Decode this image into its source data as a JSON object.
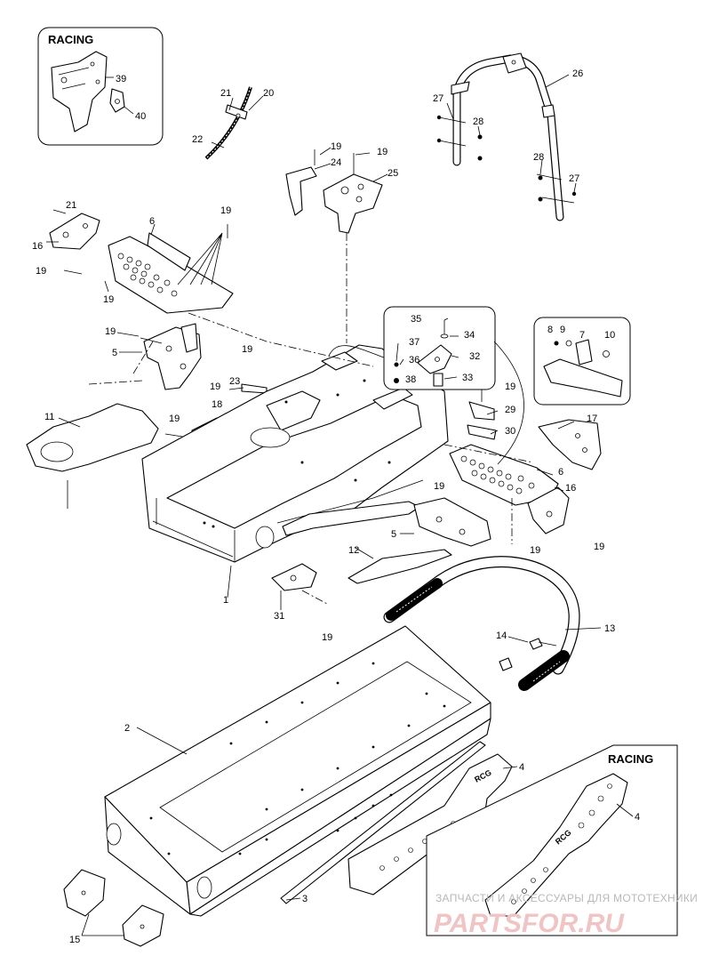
{
  "racing_label_top": "RACING",
  "racing_label_bottom": "RACING",
  "stamp_text": "RCG",
  "watermark_line1": "ЗАПЧАСТИ И АКСЕССУАРЫ ДЛЯ МОТОТЕХНИКИ",
  "watermark_line2": "PARTSFOR.RU",
  "callouts": [
    {
      "id": "c39",
      "text": "39"
    },
    {
      "id": "c40",
      "text": "40"
    },
    {
      "id": "c21a",
      "text": "21"
    },
    {
      "id": "c20",
      "text": "20"
    },
    {
      "id": "c22",
      "text": "22"
    },
    {
      "id": "c26",
      "text": "26"
    },
    {
      "id": "c27a",
      "text": "27"
    },
    {
      "id": "c28a",
      "text": "28"
    },
    {
      "id": "c28b",
      "text": "28"
    },
    {
      "id": "c27b",
      "text": "27"
    },
    {
      "id": "c19a",
      "text": "19"
    },
    {
      "id": "c24",
      "text": "24"
    },
    {
      "id": "c19b",
      "text": "19"
    },
    {
      "id": "c25",
      "text": "25"
    },
    {
      "id": "c21b",
      "text": "21"
    },
    {
      "id": "c6a",
      "text": "6"
    },
    {
      "id": "c19c",
      "text": "19"
    },
    {
      "id": "c16a",
      "text": "16"
    },
    {
      "id": "c19d",
      "text": "19"
    },
    {
      "id": "c19e",
      "text": "19"
    },
    {
      "id": "c35",
      "text": "35"
    },
    {
      "id": "c34",
      "text": "34"
    },
    {
      "id": "c37",
      "text": "37"
    },
    {
      "id": "c32",
      "text": "32"
    },
    {
      "id": "c36",
      "text": "36"
    },
    {
      "id": "c38",
      "text": "38"
    },
    {
      "id": "c33",
      "text": "33"
    },
    {
      "id": "c8",
      "text": "8"
    },
    {
      "id": "c9",
      "text": "9"
    },
    {
      "id": "c7",
      "text": "7"
    },
    {
      "id": "c10",
      "text": "10"
    },
    {
      "id": "c19f",
      "text": "19"
    },
    {
      "id": "c5a",
      "text": "5"
    },
    {
      "id": "c19g",
      "text": "19"
    },
    {
      "id": "c19h",
      "text": "19"
    },
    {
      "id": "c23",
      "text": "23"
    },
    {
      "id": "c19i",
      "text": "19"
    },
    {
      "id": "c29",
      "text": "29"
    },
    {
      "id": "c30",
      "text": "30"
    },
    {
      "id": "c17",
      "text": "17"
    },
    {
      "id": "c11",
      "text": "11"
    },
    {
      "id": "c19j",
      "text": "19"
    },
    {
      "id": "c18",
      "text": "18"
    },
    {
      "id": "c6b",
      "text": "6"
    },
    {
      "id": "c19k",
      "text": "19"
    },
    {
      "id": "c16b",
      "text": "16"
    },
    {
      "id": "c5b",
      "text": "5"
    },
    {
      "id": "c19l",
      "text": "19"
    },
    {
      "id": "c19m",
      "text": "19"
    },
    {
      "id": "c12",
      "text": "12"
    },
    {
      "id": "c1",
      "text": "1"
    },
    {
      "id": "c31",
      "text": "31"
    },
    {
      "id": "c19n",
      "text": "19"
    },
    {
      "id": "c13",
      "text": "13"
    },
    {
      "id": "c14",
      "text": "14"
    },
    {
      "id": "c2",
      "text": "2"
    },
    {
      "id": "c4a",
      "text": "4"
    },
    {
      "id": "c4b",
      "text": "4"
    },
    {
      "id": "c3",
      "text": "3"
    },
    {
      "id": "c15",
      "text": "15"
    }
  ]
}
